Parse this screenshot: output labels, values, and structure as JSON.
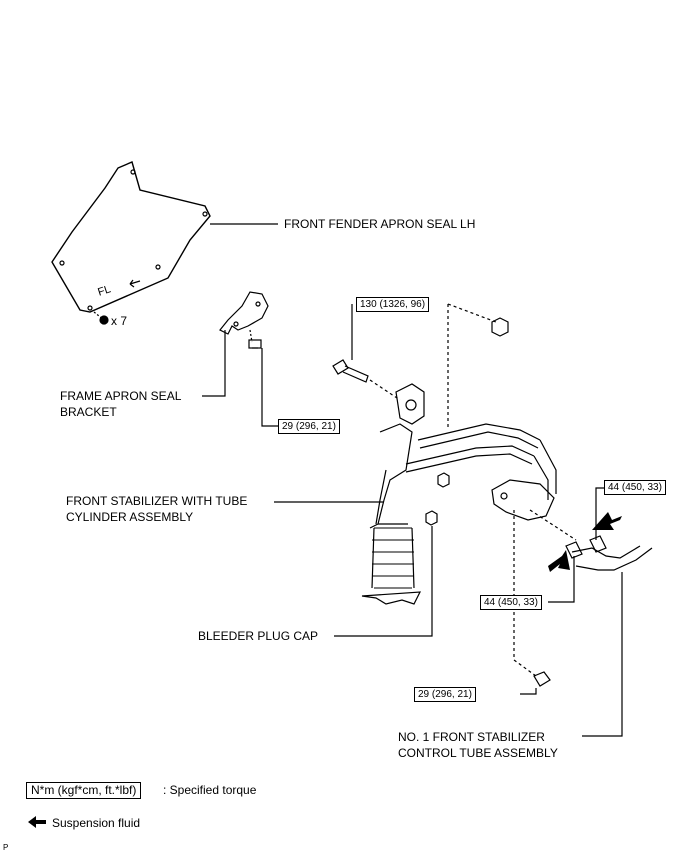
{
  "labels": {
    "apron_seal": "FRONT FENDER APRON SEAL LH",
    "qty": "x 7",
    "fl": "FL",
    "bracket_line1": "FRAME APRON SEAL",
    "bracket_line2": "BRACKET",
    "stabilizer_line1": "FRONT STABILIZER WITH TUBE",
    "stabilizer_line2": "CYLINDER ASSEMBLY",
    "bleeder": "BLEEDER PLUG CAP",
    "tube_line1": "NO. 1 FRONT STABILIZER",
    "tube_line2": "CONTROL TUBE ASSEMBLY"
  },
  "torques": {
    "top_bolt": "130 (1326, 96)",
    "bracket_bolt": "29 (296, 21)",
    "right_upper": "44 (450, 33)",
    "right_lower": "44 (450, 33)",
    "bottom_bolt": "29 (296, 21)"
  },
  "legend": {
    "unit_box": "N*m (kgf*cm, ft.*lbf)",
    "unit_text": ": Specified torque",
    "fluid_text": "Suspension fluid"
  },
  "corner_mark": "P"
}
